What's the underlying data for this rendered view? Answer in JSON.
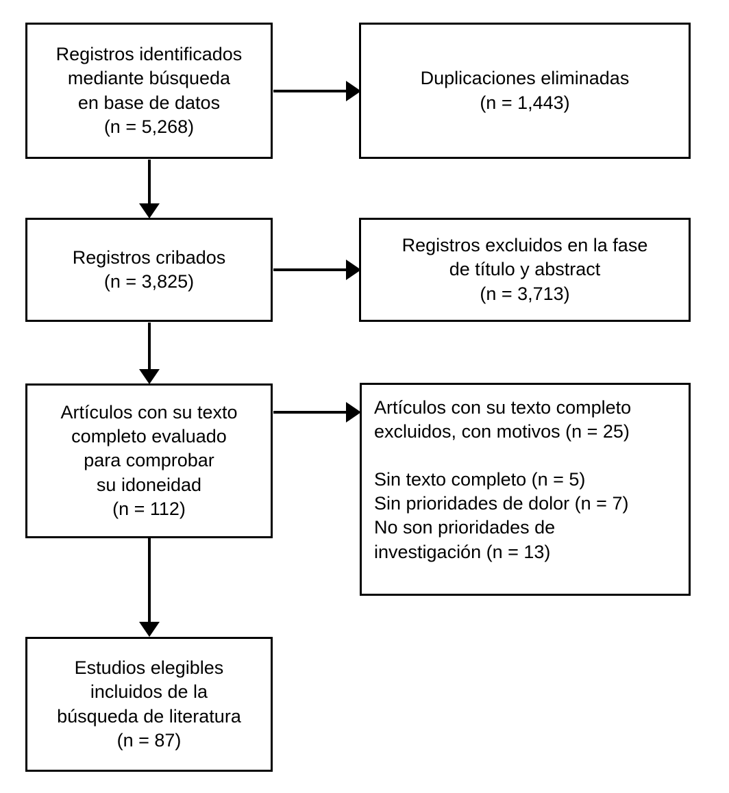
{
  "diagram": {
    "type": "prisma-flow-diagram",
    "language": "es",
    "background_color": "#ffffff",
    "line_color": "#000000",
    "text_color": "#000000",
    "boxes": [
      {
        "id": "identified",
        "align": "center",
        "text": "Registros identificados\nmediante búsqueda\nen base de datos\n(n = 5,268)"
      },
      {
        "id": "duplicates-removed",
        "align": "center",
        "text": "Duplicaciones eliminadas\n(n = 1,443)"
      },
      {
        "id": "screened",
        "align": "center",
        "text": "Registros cribados\n(n = 3,825)"
      },
      {
        "id": "excluded-title-abstract",
        "align": "center",
        "text": "Registros excluidos en la fase\nde título y abstract\n(n = 3,713)"
      },
      {
        "id": "full-text-assessed",
        "align": "center",
        "text": "Artículos con su texto\ncompleto evaluado\npara comprobar\nsu idoneidad\n(n = 112)"
      },
      {
        "id": "full-text-excluded",
        "align": "left",
        "text": "Artículos con su texto completo\nexcluidos, con motivos (n = 25)\n\nSin texto completo (n = 5)\nSin prioridades de dolor (n = 7)\nNo son prioridades de\ninvestigación (n = 13)"
      },
      {
        "id": "included-studies",
        "align": "center",
        "text": "Estudios elegibles\nincluidos de la\nbúsqueda de literatura\n(n = 87)"
      }
    ],
    "counts": {
      "identified": "5,268",
      "duplicates_removed": "1,443",
      "screened": "3,825",
      "excluded_title_abstract": "3,713",
      "full_text_assessed": "112",
      "full_text_excluded_total": "25",
      "reason_no_full_text": "5",
      "reason_no_pain_priorities": "7",
      "reason_not_research_priorities": "13",
      "included": "87"
    },
    "arrows": [
      {
        "id": "identified-to-duplicates",
        "direction": "right"
      },
      {
        "id": "identified-to-screened",
        "direction": "down"
      },
      {
        "id": "screened-to-excluded",
        "direction": "right"
      },
      {
        "id": "screened-to-fulltext",
        "direction": "down"
      },
      {
        "id": "fulltext-to-excluded",
        "direction": "right"
      },
      {
        "id": "fulltext-to-included",
        "direction": "down"
      }
    ]
  }
}
